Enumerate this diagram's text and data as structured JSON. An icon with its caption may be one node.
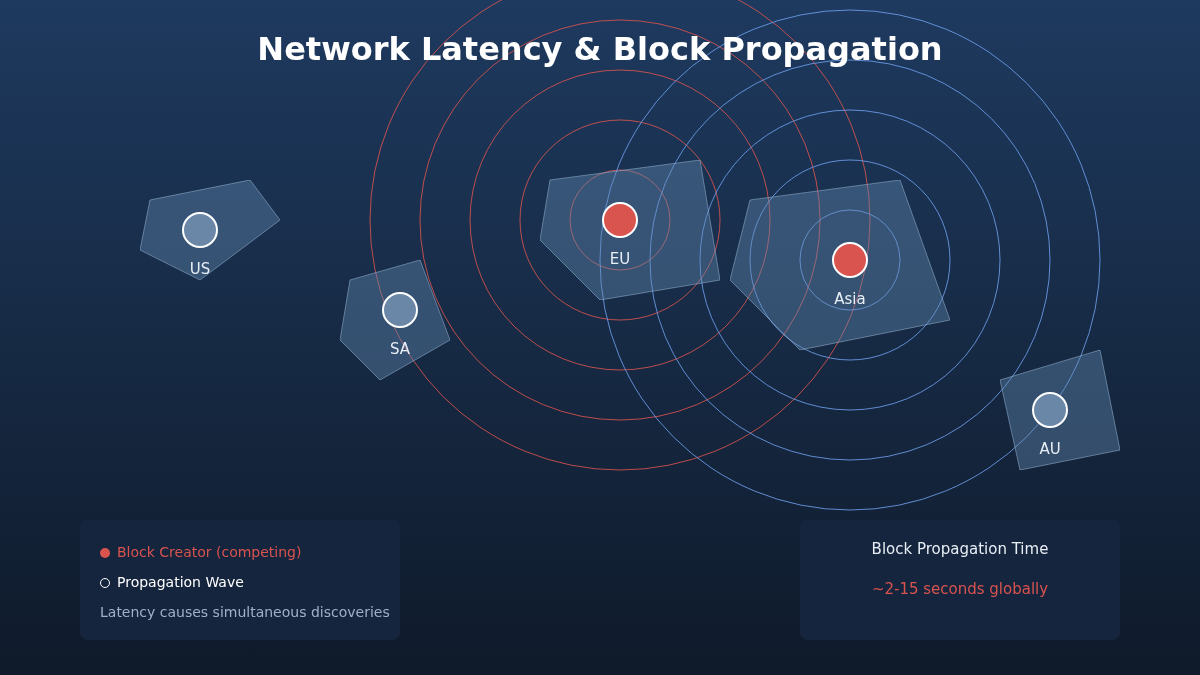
{
  "diagram": {
    "title": "Network Latency & Block Propagation",
    "nodes": [
      {
        "text": [
          "US"
        ]
      },
      {
        "text": [
          "SA"
        ]
      },
      {
        "text": [
          "EU"
        ]
      },
      {
        "text": [
          "Asia"
        ]
      },
      {
        "text": [
          "AU"
        ]
      },
      {
        "text": [
          "Block Propagation Time",
          "~2-15 seconds globally"
        ]
      }
    ],
    "edges": [],
    "labels": [
      "Latency causes simultaneous discoveries"
    ],
    "legend": [
      {
        "text": "Block Creator (competing)",
        "color": "#d9534f"
      },
      {
        "text": "Propagation Wave"
      }
    ]
  }
}
